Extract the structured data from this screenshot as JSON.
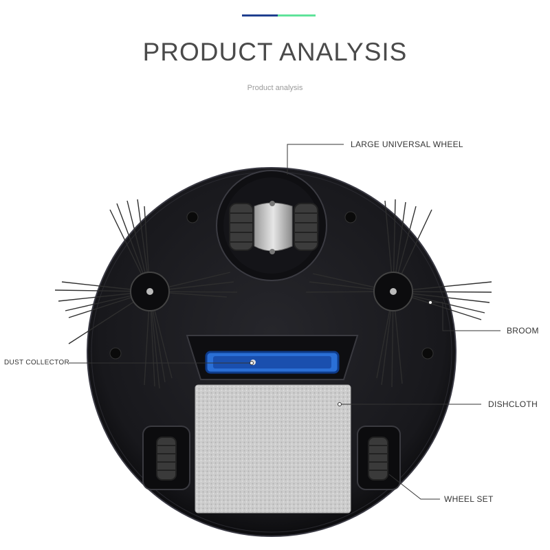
{
  "header": {
    "title": "PRODUCT ANALYSIS",
    "subtitle": "Product analysis",
    "accent_colors": [
      "#1f3f8f",
      "#5fe39a"
    ]
  },
  "callouts": {
    "large_universal_wheel": "LARGE UNIVERSAL WHEEL",
    "broom": "BROOM",
    "dust_collector": "DUST COLLECTOR",
    "dishcloth": "DISHCLOTH",
    "wheel_set": "WHEEL SET"
  },
  "colors": {
    "robot_body": "#1c1c20",
    "dust_port": "#2a6fd6",
    "cloth": "#cfcfcf",
    "leader_line": "#333333"
  }
}
